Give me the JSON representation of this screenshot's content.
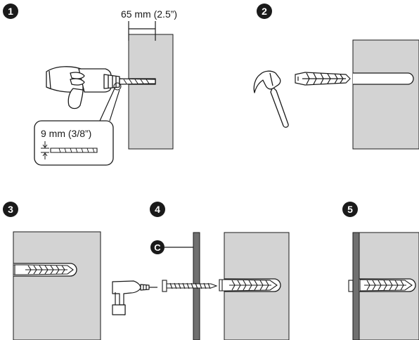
{
  "steps": [
    {
      "number": "1"
    },
    {
      "number": "2"
    },
    {
      "number": "3"
    },
    {
      "number": "4"
    },
    {
      "number": "5"
    }
  ],
  "step1": {
    "depth_label": "65 mm (2.5”)",
    "diameter_label": "9 mm (3/8”)"
  },
  "step4": {
    "part_label": "C"
  },
  "colors": {
    "wall": "#d3d3d3",
    "panel": "#707070",
    "badge": "#1a1a1a",
    "outline": "#1a1a1a"
  },
  "icons": [
    "drill-icon",
    "hammer-icon",
    "screwdriver-icon",
    "wall-anchor-icon",
    "screw-icon"
  ]
}
